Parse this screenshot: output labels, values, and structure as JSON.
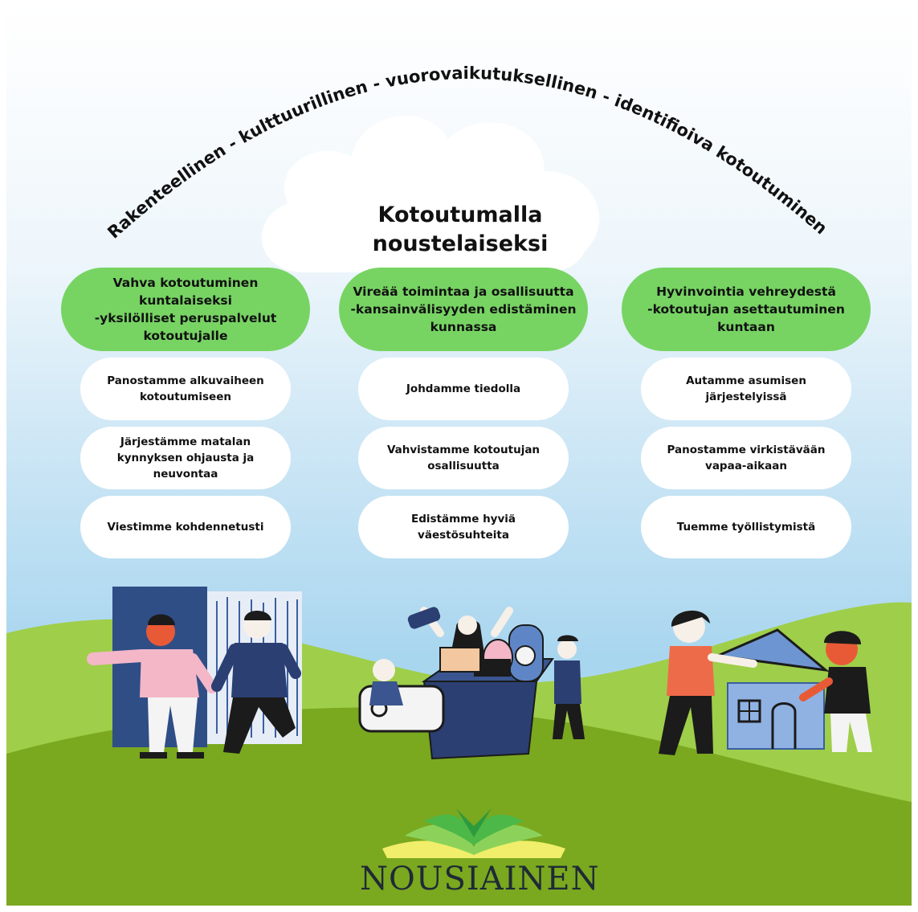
{
  "arc_title": "Rakenteellinen - kulttuurillinen - vuorovaikutuksellinen - identifioiva kotoutuminen",
  "main_title_lines": [
    "Kotoutumalla",
    "noustelaiseksi"
  ],
  "columns": [
    {
      "header_lines": [
        "Vahva kotoutuminen kuntalaiseksi",
        "-yksilölliset peruspalvelut",
        "kotoutujalle"
      ],
      "items": [
        [
          "Panostamme alkuvaiheen",
          "kotoutumiseen"
        ],
        [
          "Järjestämme matalan",
          "kynnyksen ohjausta ja",
          "neuvontaa"
        ],
        [
          "Viestimme kohdennetusti"
        ]
      ]
    },
    {
      "header_lines": [
        "Vireää toimintaa ja osallisuutta",
        "-kansainvälisyyden edistäminen",
        "kunnassa"
      ],
      "items": [
        [
          "Johdamme tiedolla"
        ],
        [
          "Vahvistamme kotoutujan",
          "osallisuutta"
        ],
        [
          "Edistämme hyviä",
          "väestösuhteita"
        ]
      ]
    },
    {
      "header_lines": [
        "Hyvinvointia vehreydestä",
        "-kotoutujan asettautuminen",
        "kuntaan"
      ],
      "items": [
        [
          "Autamme asumisen",
          "järjestelyissä"
        ],
        [
          "Panostamme virkistävään",
          "vapaa-aikaan"
        ],
        [
          "Tuemme työllistymistä"
        ]
      ]
    }
  ],
  "logo_text": "NOUSIAINEN",
  "colors": {
    "header_green": "#77d463",
    "grass_light": "#9fce4a",
    "grass_dark": "#7aa81f",
    "sky": "#a9d6ef",
    "pill_white": "#ffffff"
  }
}
